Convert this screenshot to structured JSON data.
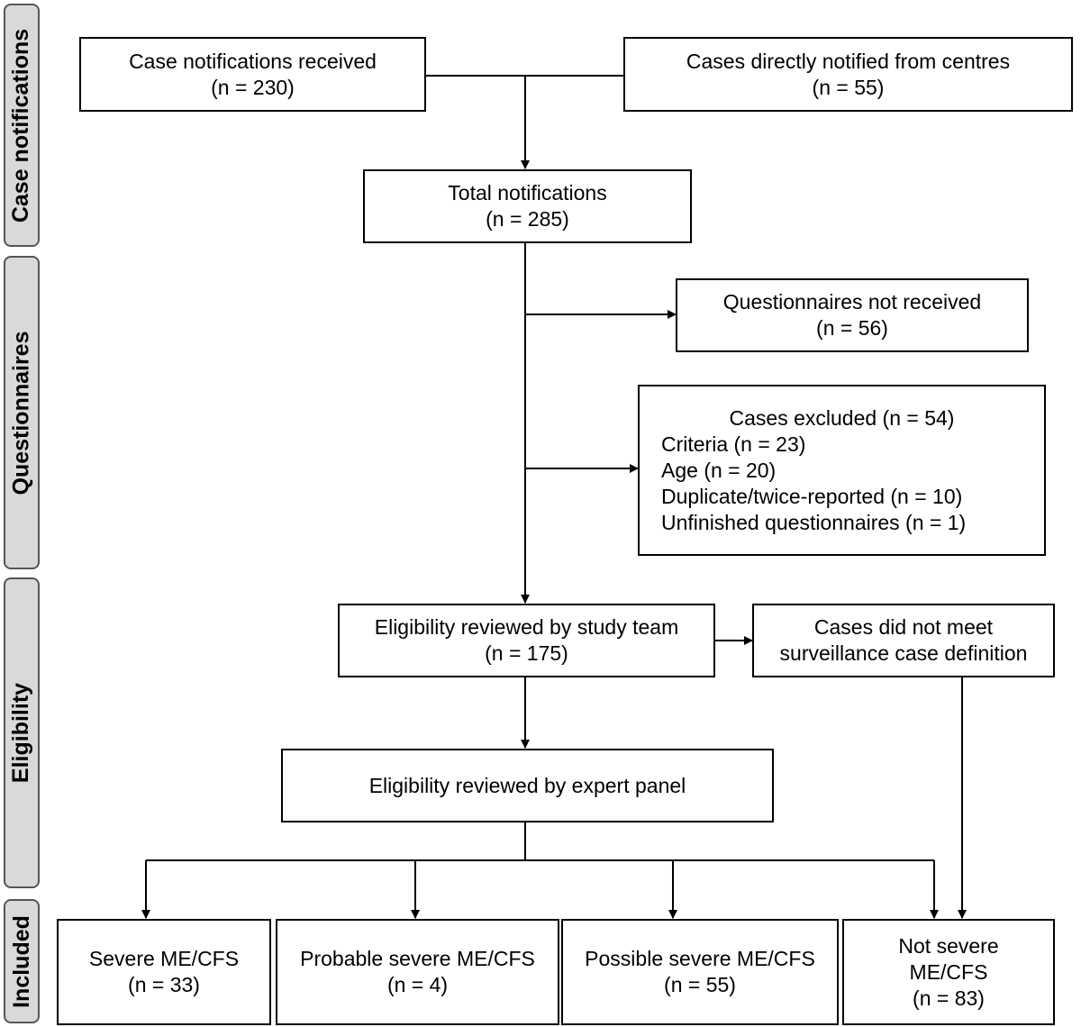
{
  "phases": {
    "case_notifications": "Case notifications",
    "questionnaires": "Questionnaires",
    "eligibility": "Eligibility",
    "included": "Included"
  },
  "nodes": {
    "received": {
      "title": "Case notifications received",
      "count": "(n = 230)"
    },
    "direct": {
      "title": "Cases directly notified from centres",
      "count": "(n = 55)"
    },
    "total": {
      "title": "Total notifications",
      "count": "(n = 285)"
    },
    "not_received": {
      "title": "Questionnaires not received",
      "count": "(n = 56)"
    },
    "excluded": {
      "title": "Cases excluded (n = 54)",
      "items": [
        "Criteria (n = 23)",
        "Age (n = 20)",
        "Duplicate/twice-reported (n = 10)",
        "Unfinished questionnaires (n = 1)"
      ]
    },
    "study_team": {
      "title": "Eligibility reviewed by study team",
      "count": "(n = 175)"
    },
    "not_meet": {
      "line1": "Cases did not meet",
      "line2": "surveillance case definition"
    },
    "expert_panel": {
      "title": "Eligibility reviewed by expert panel"
    },
    "severe": {
      "title": "Severe ME/CFS",
      "count": "(n = 33)"
    },
    "probable": {
      "title": "Probable severe ME/CFS",
      "count": "(n = 4)"
    },
    "possible": {
      "title": "Possible severe ME/CFS",
      "count": "(n = 55)"
    },
    "not_severe": {
      "line1": "Not severe",
      "line2": "ME/CFS",
      "count": "(n = 83)"
    }
  }
}
